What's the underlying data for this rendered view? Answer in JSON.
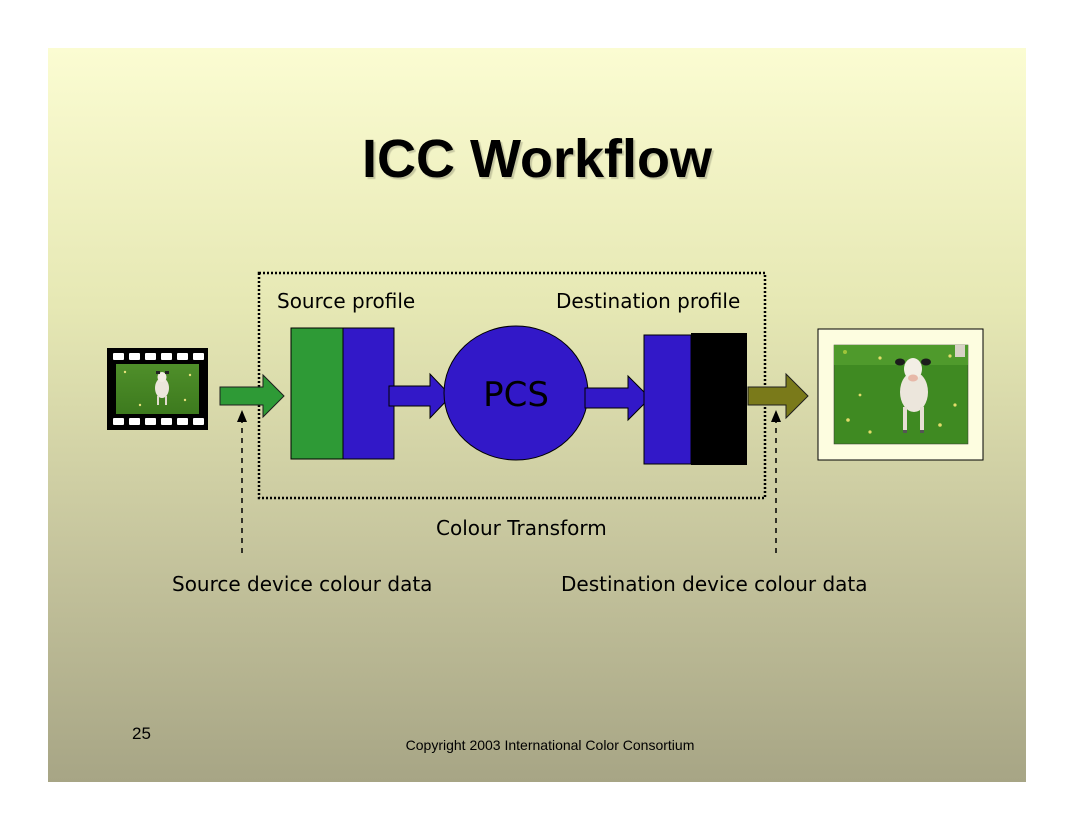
{
  "slide": {
    "title": "ICC Workflow",
    "page_number": "25",
    "footer": "Copyright 2003 International Color Consortium"
  },
  "diagram": {
    "source_profile_label": "Source profile",
    "destination_profile_label": "Destination profile",
    "pcs_label": "PCS",
    "colour_transform_label": "Colour Transform",
    "source_data_label": "Source device colour data",
    "destination_data_label": "Destination device colour data"
  },
  "colors": {
    "green": "#2e9a36",
    "blue": "#3218c8",
    "black": "#000000",
    "olive": "#7a7a1a",
    "print_frame": "#fdfde0"
  }
}
